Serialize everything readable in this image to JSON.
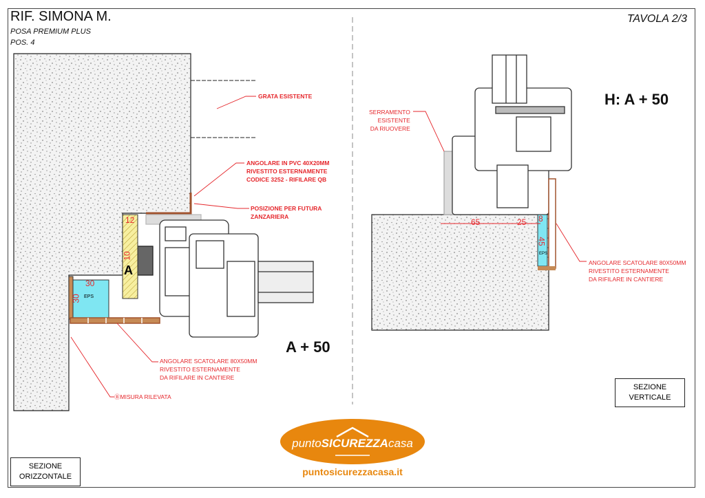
{
  "header": {
    "title": "RIF. SIMONA M.",
    "subtitle": "POSA PREMIUM PLUS",
    "position": "POS. 4",
    "sheet": "TAVOLA 2/3"
  },
  "left_section": {
    "notes": {
      "grata": "GRATA ESISTENTE",
      "angolare_pvc": [
        "ANGOLARE IN PVC 40X20MM",
        "RIVESTITO ESTERNAMENTE",
        "CODICE 3252 - RIFILARE QB"
      ],
      "posizione": [
        "POSIZIONE PER FUTURA",
        "ZANZARIERA"
      ],
      "angolare_scatolare": [
        "ANGOLARE SCATOLARE 80X50MM",
        "RIVESTITO ESTERNAMENTE",
        "DA RIFILARE IN CANTIERE"
      ],
      "misura": "ⒷMISURA RILEVATA"
    },
    "dimensions": {
      "d12": "12",
      "d10": "10",
      "d30a": "30",
      "d30b": "30",
      "a": "A",
      "eps": "EPS"
    },
    "formula": "A + 50",
    "label": [
      "SEZIONE",
      "ORIZZONTALE"
    ]
  },
  "right_section": {
    "formula": "H: A + 50",
    "notes": {
      "serramento": [
        "SERRAMENTO",
        "ESISTENTE",
        "DA RIUOVERE"
      ],
      "angolare_scatolare": [
        "ANGOLARE SCATOLARE 80X50MM",
        "RIVESTITO ESTERNAMENTE",
        "DA RIFILARE IN CANTIERE"
      ]
    },
    "dimensions": {
      "d65": "65",
      "d25": "25",
      "d8": "8",
      "d45": "45",
      "eps": "EPS"
    },
    "label": [
      "SEZIONE",
      "VERTICALE"
    ]
  },
  "logo": {
    "text_light": "punto",
    "text_bold": "SICUREZZA",
    "text_end": "casa",
    "url": "puntosicurezzacasa.it",
    "color": "#e8870e"
  },
  "colors": {
    "annotation": "#e5262b",
    "eps": "#7fe6f2",
    "wood": "#a0522d"
  }
}
